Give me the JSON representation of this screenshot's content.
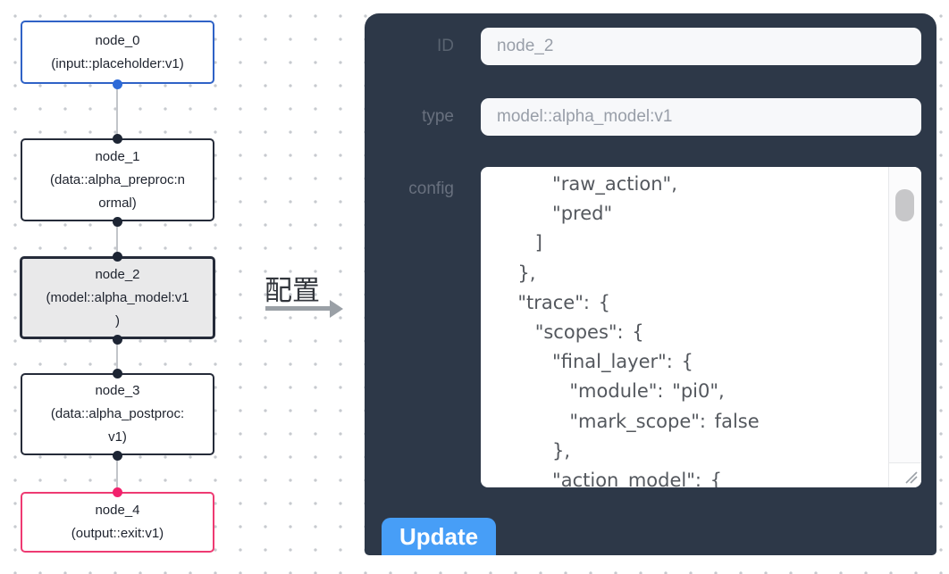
{
  "flowchart": {
    "nodes": [
      {
        "label": "node_0\n(input::placeholder:v1)"
      },
      {
        "label": "node_1\n(data::alpha_preproc:n\normal)"
      },
      {
        "label": "node_2\n(model::alpha_model:v1\n)"
      },
      {
        "label": "node_3\n(data::alpha_postproc:\nv1)"
      },
      {
        "label": "node_4\n(output::exit:v1)"
      }
    ],
    "selected_node": "node_2"
  },
  "transfer": {
    "label": "配置"
  },
  "panel": {
    "id_field": {
      "label": "ID",
      "value": "node_2"
    },
    "type_field": {
      "label": "type",
      "value": "model::alpha_model:v1"
    },
    "config_field": {
      "label": "config",
      "value": "      \"raw_action\",\n      \"pred\"\n    ]\n  },\n  \"trace\": {\n    \"scopes\": {\n      \"final_layer\": {\n        \"module\": \"pi0\",\n        \"mark_scope\": false\n      },\n      \"action_model\": {"
    },
    "update_button": {
      "label": "Update"
    }
  },
  "colors": {
    "panel_bg": "#2d3848",
    "node_default_border": "#252b39",
    "node_input_border": "#2f62c6",
    "node_selected_bg": "#e9e9ea",
    "node_output_border": "#ee3a72",
    "dot_blue": "#2e6bd8",
    "dot_dark": "#1d2534",
    "dot_pink": "#f2226d",
    "button_blue": "#479ef7"
  }
}
